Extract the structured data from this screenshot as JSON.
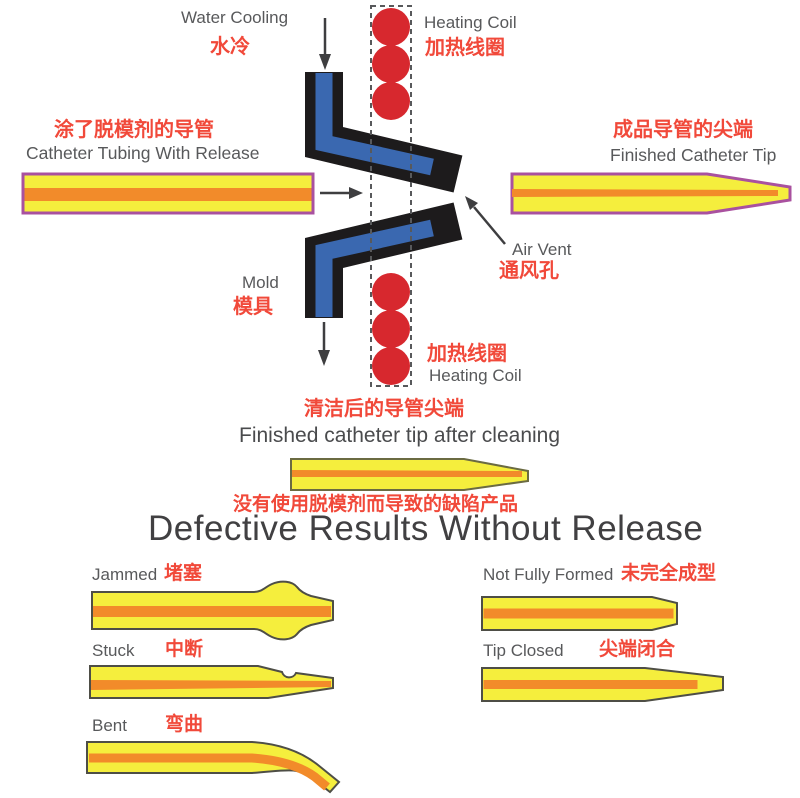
{
  "colors": {
    "label_red": "#f1493a",
    "label_gray": "#58595b",
    "title_gray": "#414042",
    "mold_black": "#1d1b1c",
    "mold_blue": "#3a68b0",
    "coil_red": "#d7282e",
    "tube_yellow": "#f5ee3d",
    "tube_orange": "#f28b2a",
    "tube_purple": "#a9519f",
    "defect_outline": "#4e4e46"
  },
  "process": {
    "water_cooling": {
      "en": "Water Cooling",
      "zh": "水冷"
    },
    "heating_coil_top": {
      "en": "Heating Coil",
      "zh": "加热线圈"
    },
    "tubing": {
      "en": "Catheter Tubing With Release",
      "zh": "涂了脱模剂的导管"
    },
    "finished_tip": {
      "en": "Finished Catheter Tip",
      "zh": "成品导管的尖端"
    },
    "air_vent": {
      "en": "Air Vent",
      "zh": "通风孔"
    },
    "mold": {
      "en": "Mold",
      "zh": "模具"
    },
    "heating_coil_bottom": {
      "en": "Heating Coil",
      "zh": "加热线圈"
    },
    "cleaned_tip": {
      "en": "Finished catheter tip after cleaning",
      "zh": "清洁后的导管尖端"
    }
  },
  "defects": {
    "intro_zh": "没有使用脱模剂而导致的缺陷产品",
    "title": "Defective Results Without Release",
    "items": [
      {
        "en": "Jammed",
        "zh": "堵塞"
      },
      {
        "en": "Stuck",
        "zh": "中断"
      },
      {
        "en": "Bent",
        "zh": "弯曲"
      },
      {
        "en": "Not Fully Formed",
        "zh": "未完全成型"
      },
      {
        "en": "Tip Closed",
        "zh": "尖端闭合"
      }
    ]
  }
}
